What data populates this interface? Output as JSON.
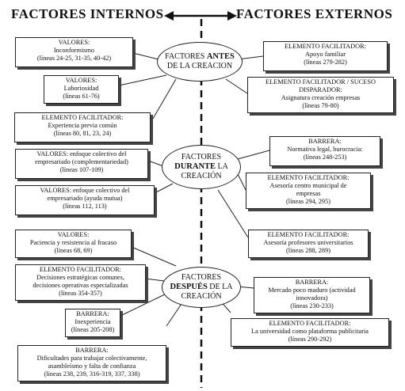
{
  "header": {
    "left": "FACTORES INTERNOS",
    "right": "FACTORES EXTERNOS"
  },
  "centers": {
    "antes": {
      "pre": "FACTORES ",
      "bold": "ANTES",
      "post": "",
      "line2": "DE LA CREACION"
    },
    "durante": {
      "pre": "FACTORES",
      "bold": "DURANTE",
      "post": " LA",
      "line2": "CREACIÓN"
    },
    "despues": {
      "pre": "FACTORES",
      "bold": "DESPUÉS",
      "post": " DE LA",
      "line2": "CREACIÓN"
    }
  },
  "boxes": {
    "b1": [
      "VALORES:",
      "Inconformismo",
      "(líneas 24-25, 31-35, 40-42)"
    ],
    "b2": [
      "VALORES:",
      "Laboriosidad",
      "(líneas 61-76)"
    ],
    "b3": [
      "ELEMENTO FACILITADOR:",
      "Experiencia previa común",
      "(líneas 80, 81, 23, 24)"
    ],
    "b4": [
      "ELEMENTO FACILITADOR:",
      "Apoyo familiar",
      "(líneas 279-282)"
    ],
    "b5": [
      "ELEMENTO FACILITADOR / SUCESO",
      "DISPARADOR:",
      "Asignatura creación empresas",
      "(líneas 79-80)"
    ],
    "b6": [
      "VALORES: enfoque colectivo del",
      "empresariado (complementariedad)",
      "(líneas 107-109)"
    ],
    "b7": [
      "VALORES: enfoque colectivo del",
      "empresariado (ayuda mutua)",
      "(líneas 112, 113)"
    ],
    "b8": [
      "BARRERA:",
      "Normativa legal, burocracia:",
      "(líneas 248-253)"
    ],
    "b9": [
      "ELEMENTO FACILITADOR:",
      "Asesoría centro municipal de",
      "empresas",
      "(líneas 294, 295)"
    ],
    "b10": [
      "ELEMENTO FACILITADOR:",
      "Asesoría profesores universitarios",
      "(líneas 288, 289)"
    ],
    "b11": [
      "VALORES:",
      "Paciencia y resistencia al fracaso",
      "(líneas 68, 69)"
    ],
    "b12": [
      "ELEMENTO FACILITADOR:",
      "Decisiones estratégicas comunes,",
      "decisiones operativas especializadas",
      "(líneas 354-357)"
    ],
    "b13": [
      "BARRERA:",
      "Inexperiencia",
      "(líneas 205-208)"
    ],
    "b14": [
      "BARRERA:",
      "Dificultades para trabajar colectivamente,",
      "asambleísmo y falta de confianza",
      "(líneas 238, 239, 316-319, 337, 338)"
    ],
    "b15": [
      "BARRERA:",
      "Mercado poco maduro (actividad",
      "innovadora)",
      "(líneas 230-233)"
    ],
    "b16": [
      "ELEMENTO FACILITADOR:",
      "La universidad como plataforma publicitaria",
      "(líneas 290-292)"
    ]
  }
}
